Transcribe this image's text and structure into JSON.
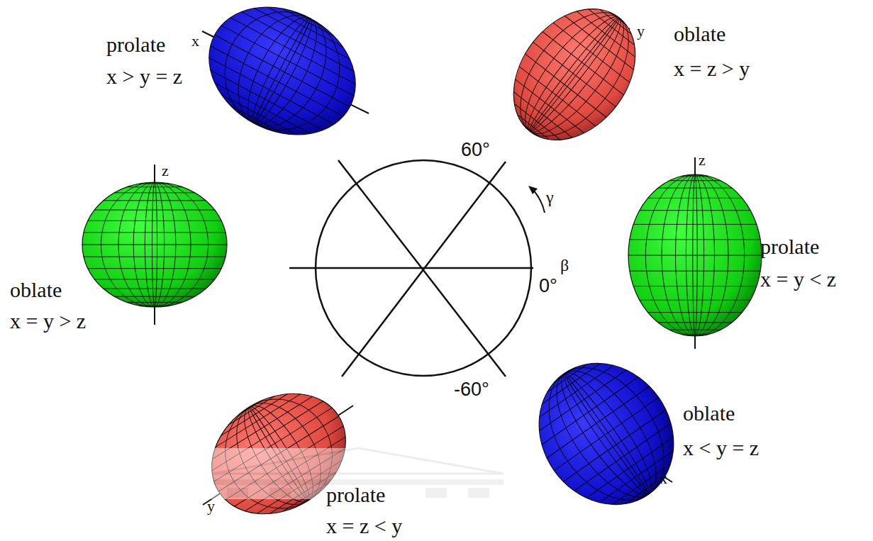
{
  "diagram": {
    "labels": [
      "prolate",
      "x > y = z",
      "x",
      "y",
      "oblate",
      "x = z > y",
      "60°",
      "γ",
      "z",
      "z",
      "prolate",
      "x = y < z",
      "β",
      "0°",
      "oblate",
      "x = y > z",
      "-60°",
      "oblate",
      "x < y = z",
      "x",
      "y",
      "prolate",
      "x = z < y"
    ]
  }
}
